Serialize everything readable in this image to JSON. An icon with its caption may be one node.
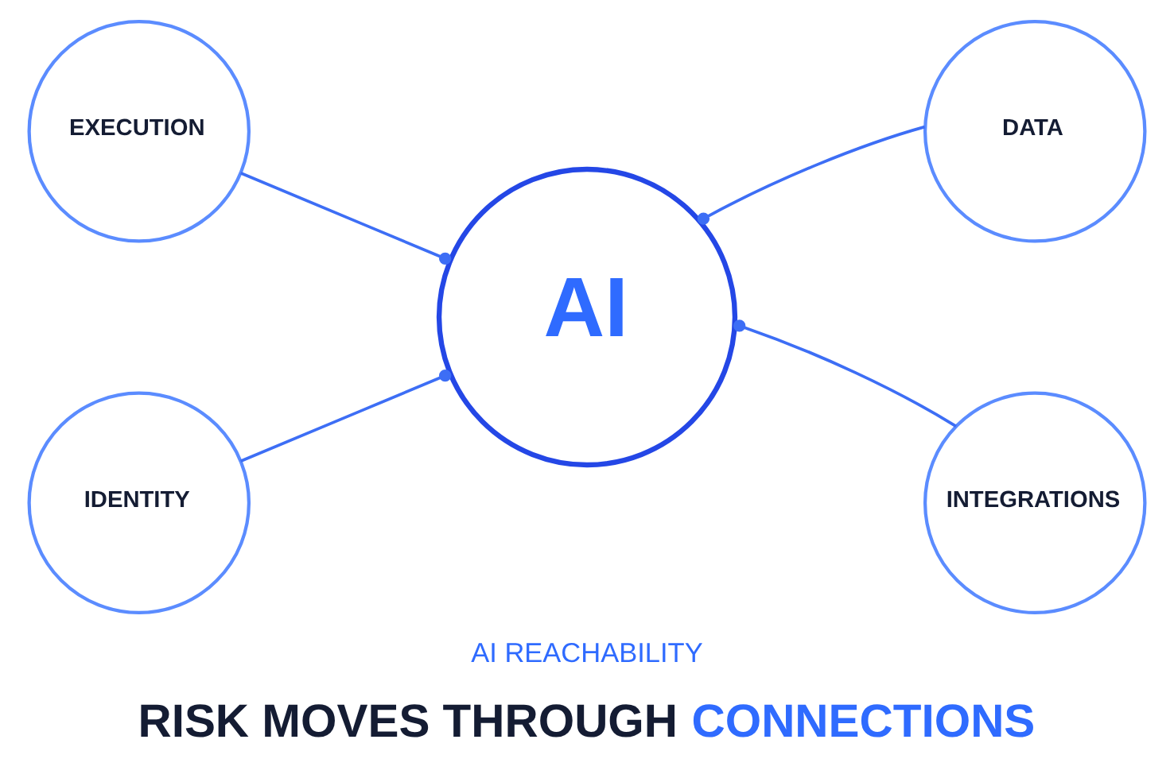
{
  "diagram": {
    "title": "RISK MOVES THROUGH CONNECTIONS",
    "nodes": [
      {
        "text": [
          "EXECUTION"
        ]
      },
      {
        "text": [
          "DATA"
        ]
      },
      {
        "text": [
          "AI"
        ]
      },
      {
        "text": [
          "IDENTITY"
        ]
      },
      {
        "text": [
          "INTEGRATIONS"
        ]
      }
    ],
    "edges": [
      {
        "from": 0,
        "to": 2,
        "arrow": "other"
      },
      {
        "from": 1,
        "to": 2,
        "arrow": "other"
      },
      {
        "from": 3,
        "to": 2,
        "arrow": "other"
      },
      {
        "from": 4,
        "to": 2,
        "arrow": "other"
      }
    ],
    "labels": [
      "AI REACHABILITY"
    ]
  }
}
